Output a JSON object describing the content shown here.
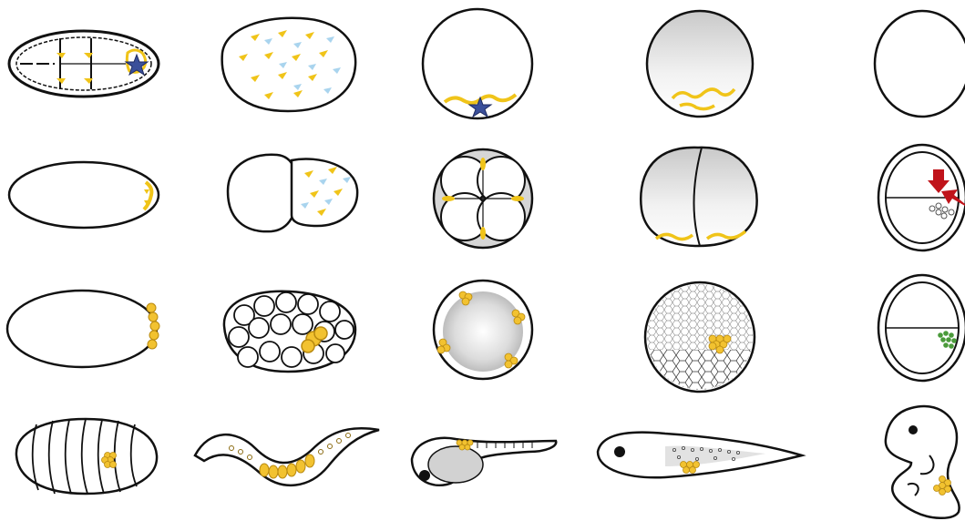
{
  "figure": {
    "kind": "germline-development-comparison",
    "columns": 5,
    "rows": 4,
    "colors": {
      "outline": "#111111",
      "germ_plasm": "#f0c419",
      "germ_cell_fill": "#f2c230",
      "germ_cell_stroke": "#b98a10",
      "light_blue_plasm": "#a9d4ee",
      "star": "#3a4f9a",
      "yolk_gray": "#c8c8c8",
      "green_cells": "#4a9a3a",
      "arrow_red": "#c0141b"
    },
    "icons": [
      "fly-oocyte",
      "worm-oocyte",
      "fish-oocyte",
      "frog-oocyte",
      "mouse-oocyte",
      "fly-early-embryo",
      "worm-two-cell",
      "fish-four-cell",
      "frog-two-cell",
      "mouse-blastocyst-induction",
      "fly-pole-cells",
      "worm-multicell",
      "fish-blastula",
      "frog-blastula",
      "mouse-pgcs",
      "fly-larva",
      "worm-larva",
      "fish-embryo",
      "frog-tadpole",
      "mouse-embryo"
    ]
  }
}
